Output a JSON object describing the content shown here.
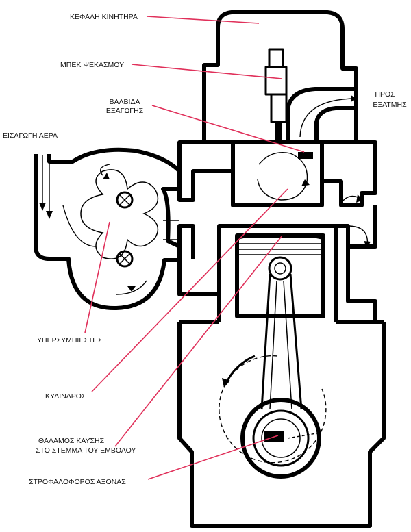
{
  "labels": {
    "engine_head": "ΚΕΦΑΛΗ ΚΙΝΗΤΗΡΑ",
    "injector": "ΜΠΕΚ ΨΕΚΑΣΜΟΥ",
    "exhaust_valve_line1": "ΒΑΛΒΙΔΑ",
    "exhaust_valve_line2": "ΕΞΑΓΩΓΗΣ",
    "to_exhaust_line1": "ΠΡΟΣ",
    "to_exhaust_line2": "ΕΞΑΤΜΗΣ",
    "air_intake": "ΕΙΣΑΓΩΓΗ ΑΕΡΑ",
    "supercharger": "ΥΠΕΡΣΥΜΠΙΕΣΤΗΣ",
    "cylinder": "ΚΥΛΙΝΔΡΟΣ",
    "combustion_chamber_line1": "ΘΑΛΑΜΟΣ ΚΑΥΣΗΣ",
    "combustion_chamber_line2": "ΣΤΟ ΣΤΕΜΜΑ ΤΟΥ ΕΜΒΟΛΟΥ",
    "crankshaft": "ΣΤΡΟΦΑΛΟΦΟΡΟΣ ΑΞΟΝΑΣ"
  },
  "colors": {
    "leader": "#e0305a",
    "ink": "#000000",
    "background": "#ffffff"
  }
}
